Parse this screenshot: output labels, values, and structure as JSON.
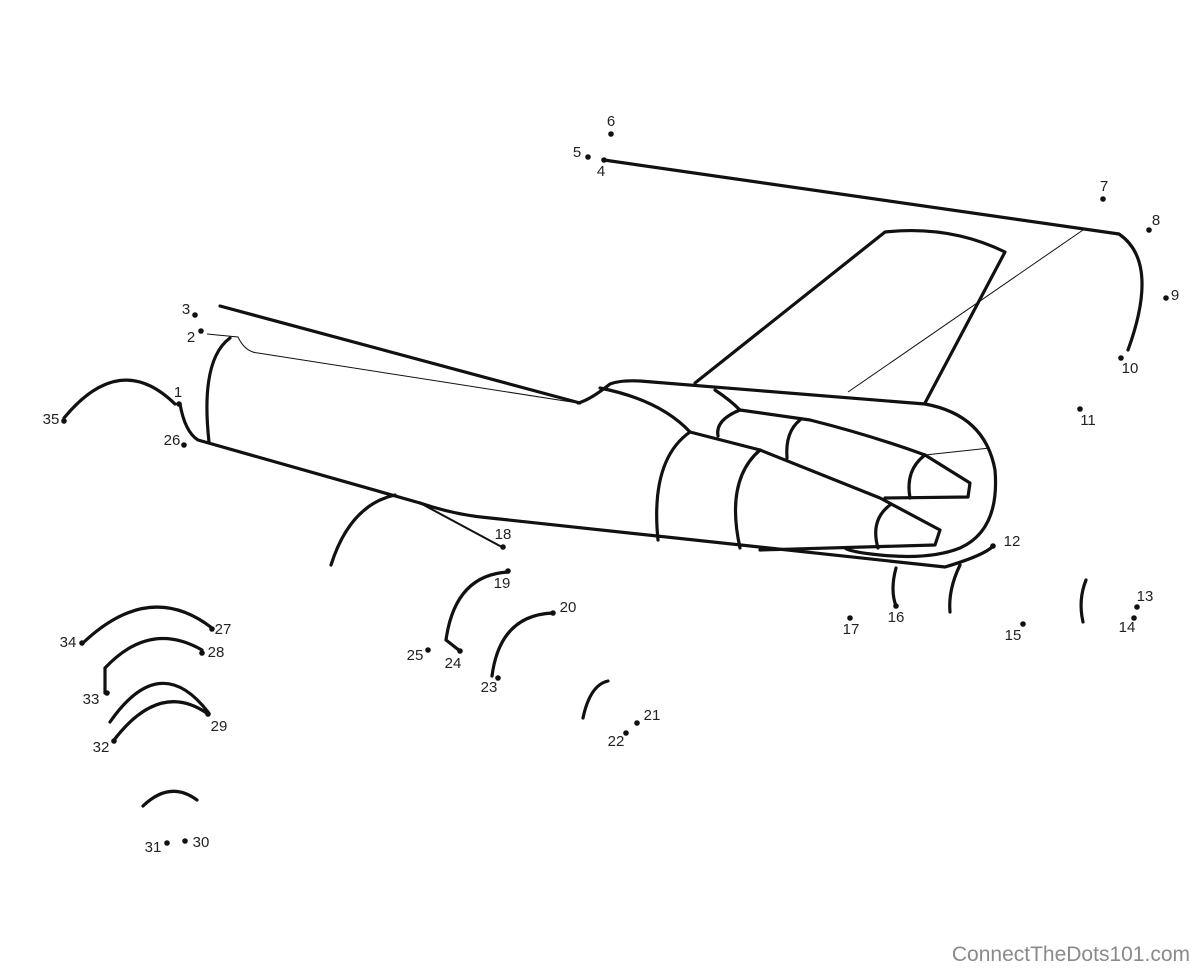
{
  "puzzle": {
    "dot_labels": [
      "1",
      "2",
      "3",
      "4",
      "5",
      "6",
      "7",
      "8",
      "9",
      "10",
      "11",
      "12",
      "13",
      "14",
      "15",
      "16",
      "17",
      "18",
      "19",
      "20",
      "21",
      "22",
      "23",
      "24",
      "25",
      "26",
      "27",
      "28",
      "29",
      "30",
      "31",
      "32",
      "33",
      "34",
      "35"
    ]
  },
  "footer": {
    "watermark": "ConnectTheDots101.com"
  },
  "colors": {
    "ink": "#111111",
    "watermark": "#8a8a8a"
  }
}
